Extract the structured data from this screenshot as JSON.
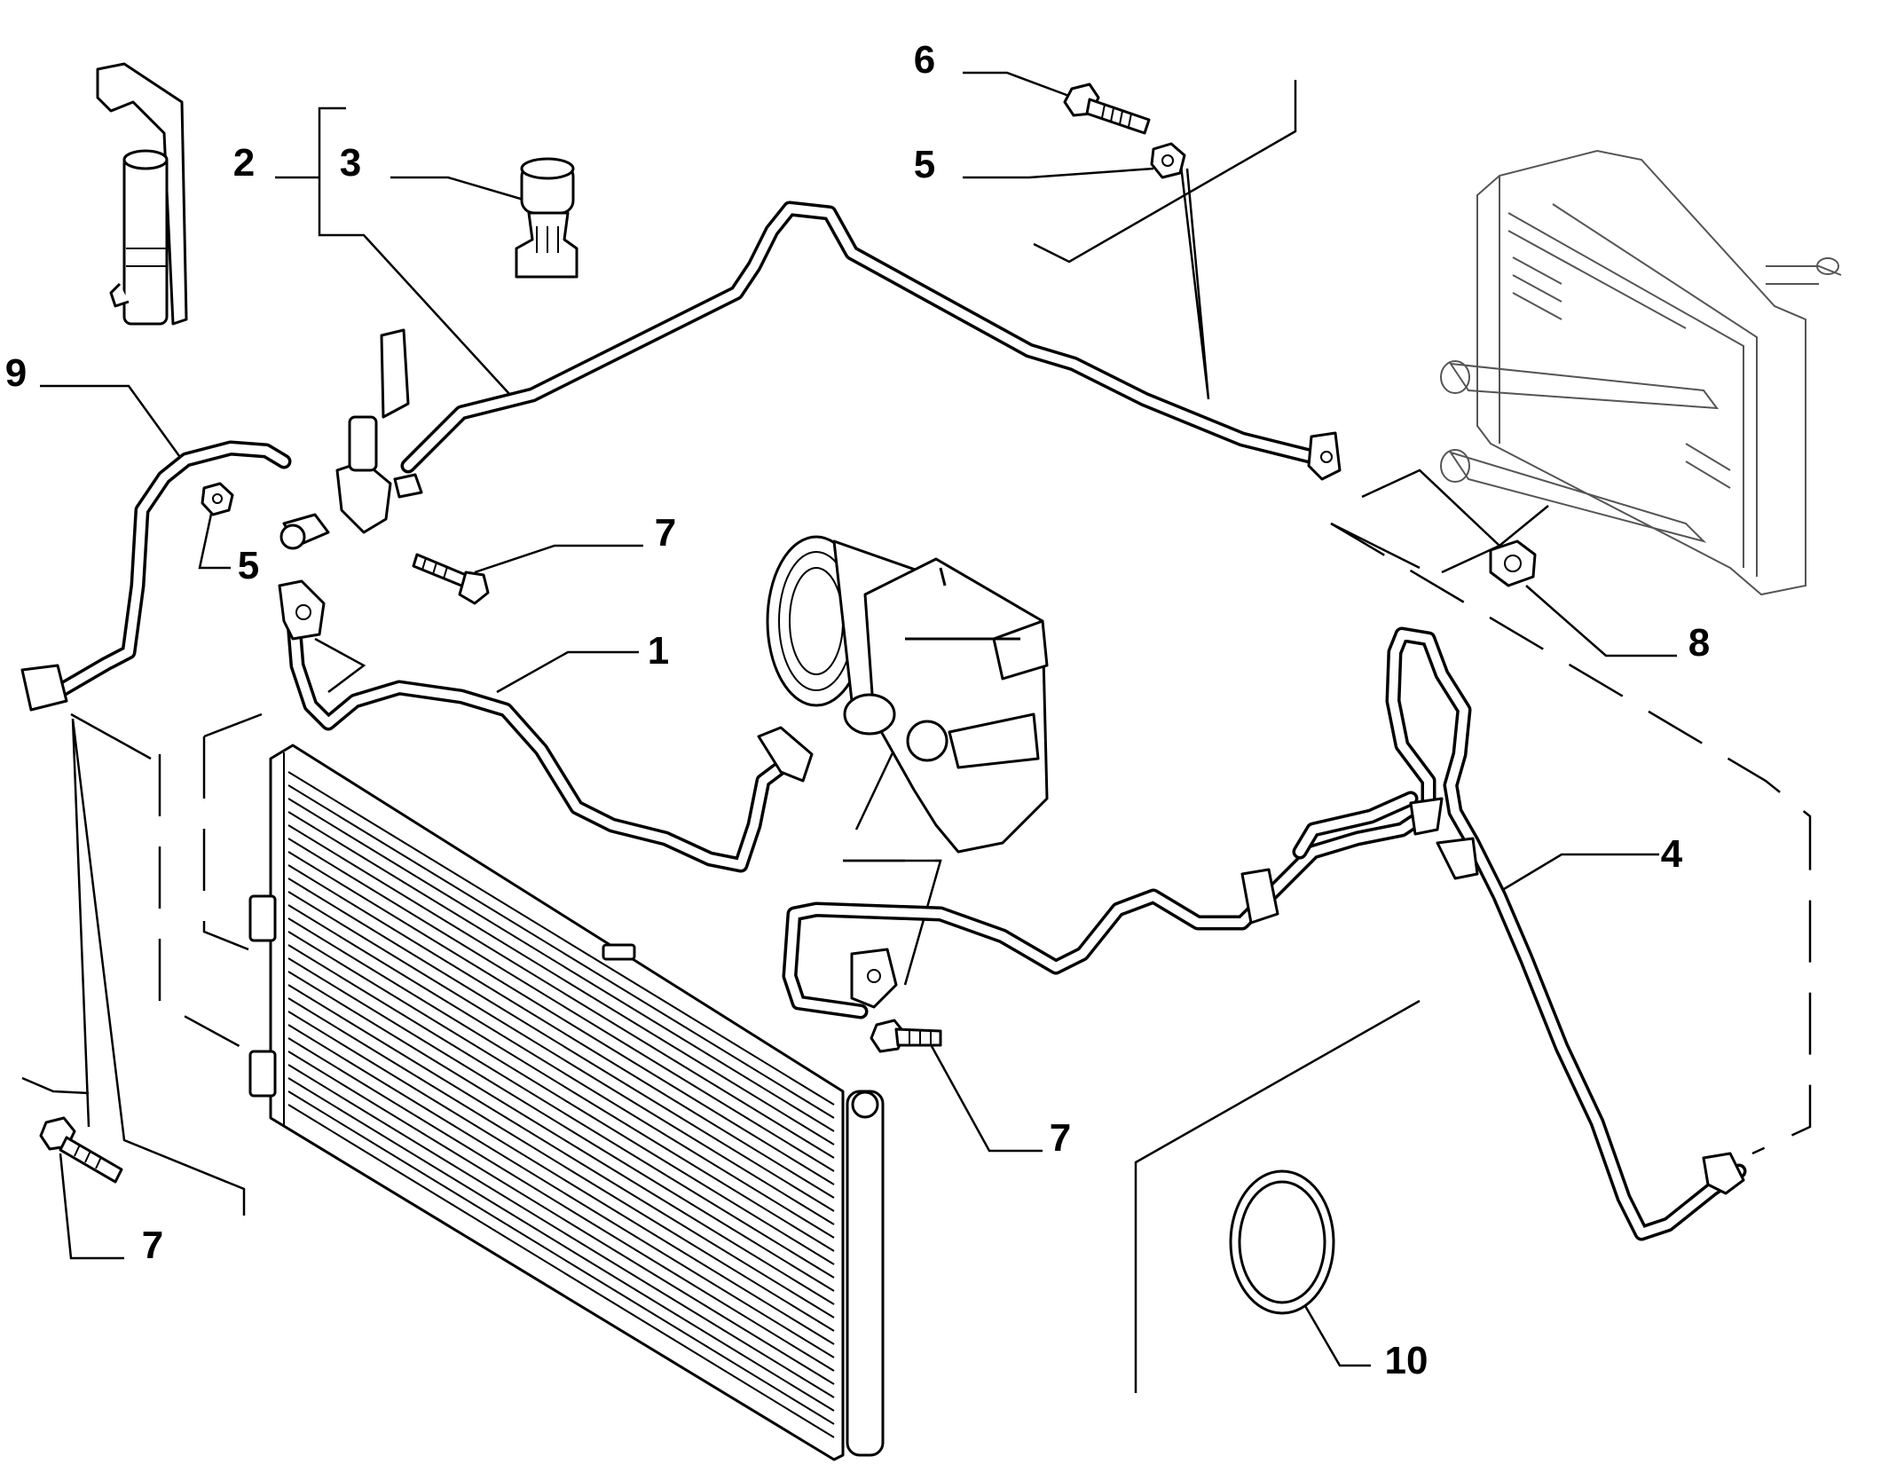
{
  "callouts": {
    "c1": "1",
    "c2": "2",
    "c3": "3",
    "c4": "4",
    "c5a": "5",
    "c5b": "5",
    "c6": "6",
    "c7a": "7",
    "c7b": "7",
    "c7c": "7",
    "c8": "8",
    "c9": "9",
    "c10": "10"
  },
  "colors": {
    "line": "#000000",
    "background": "#ffffff",
    "ghost": "#555555"
  }
}
